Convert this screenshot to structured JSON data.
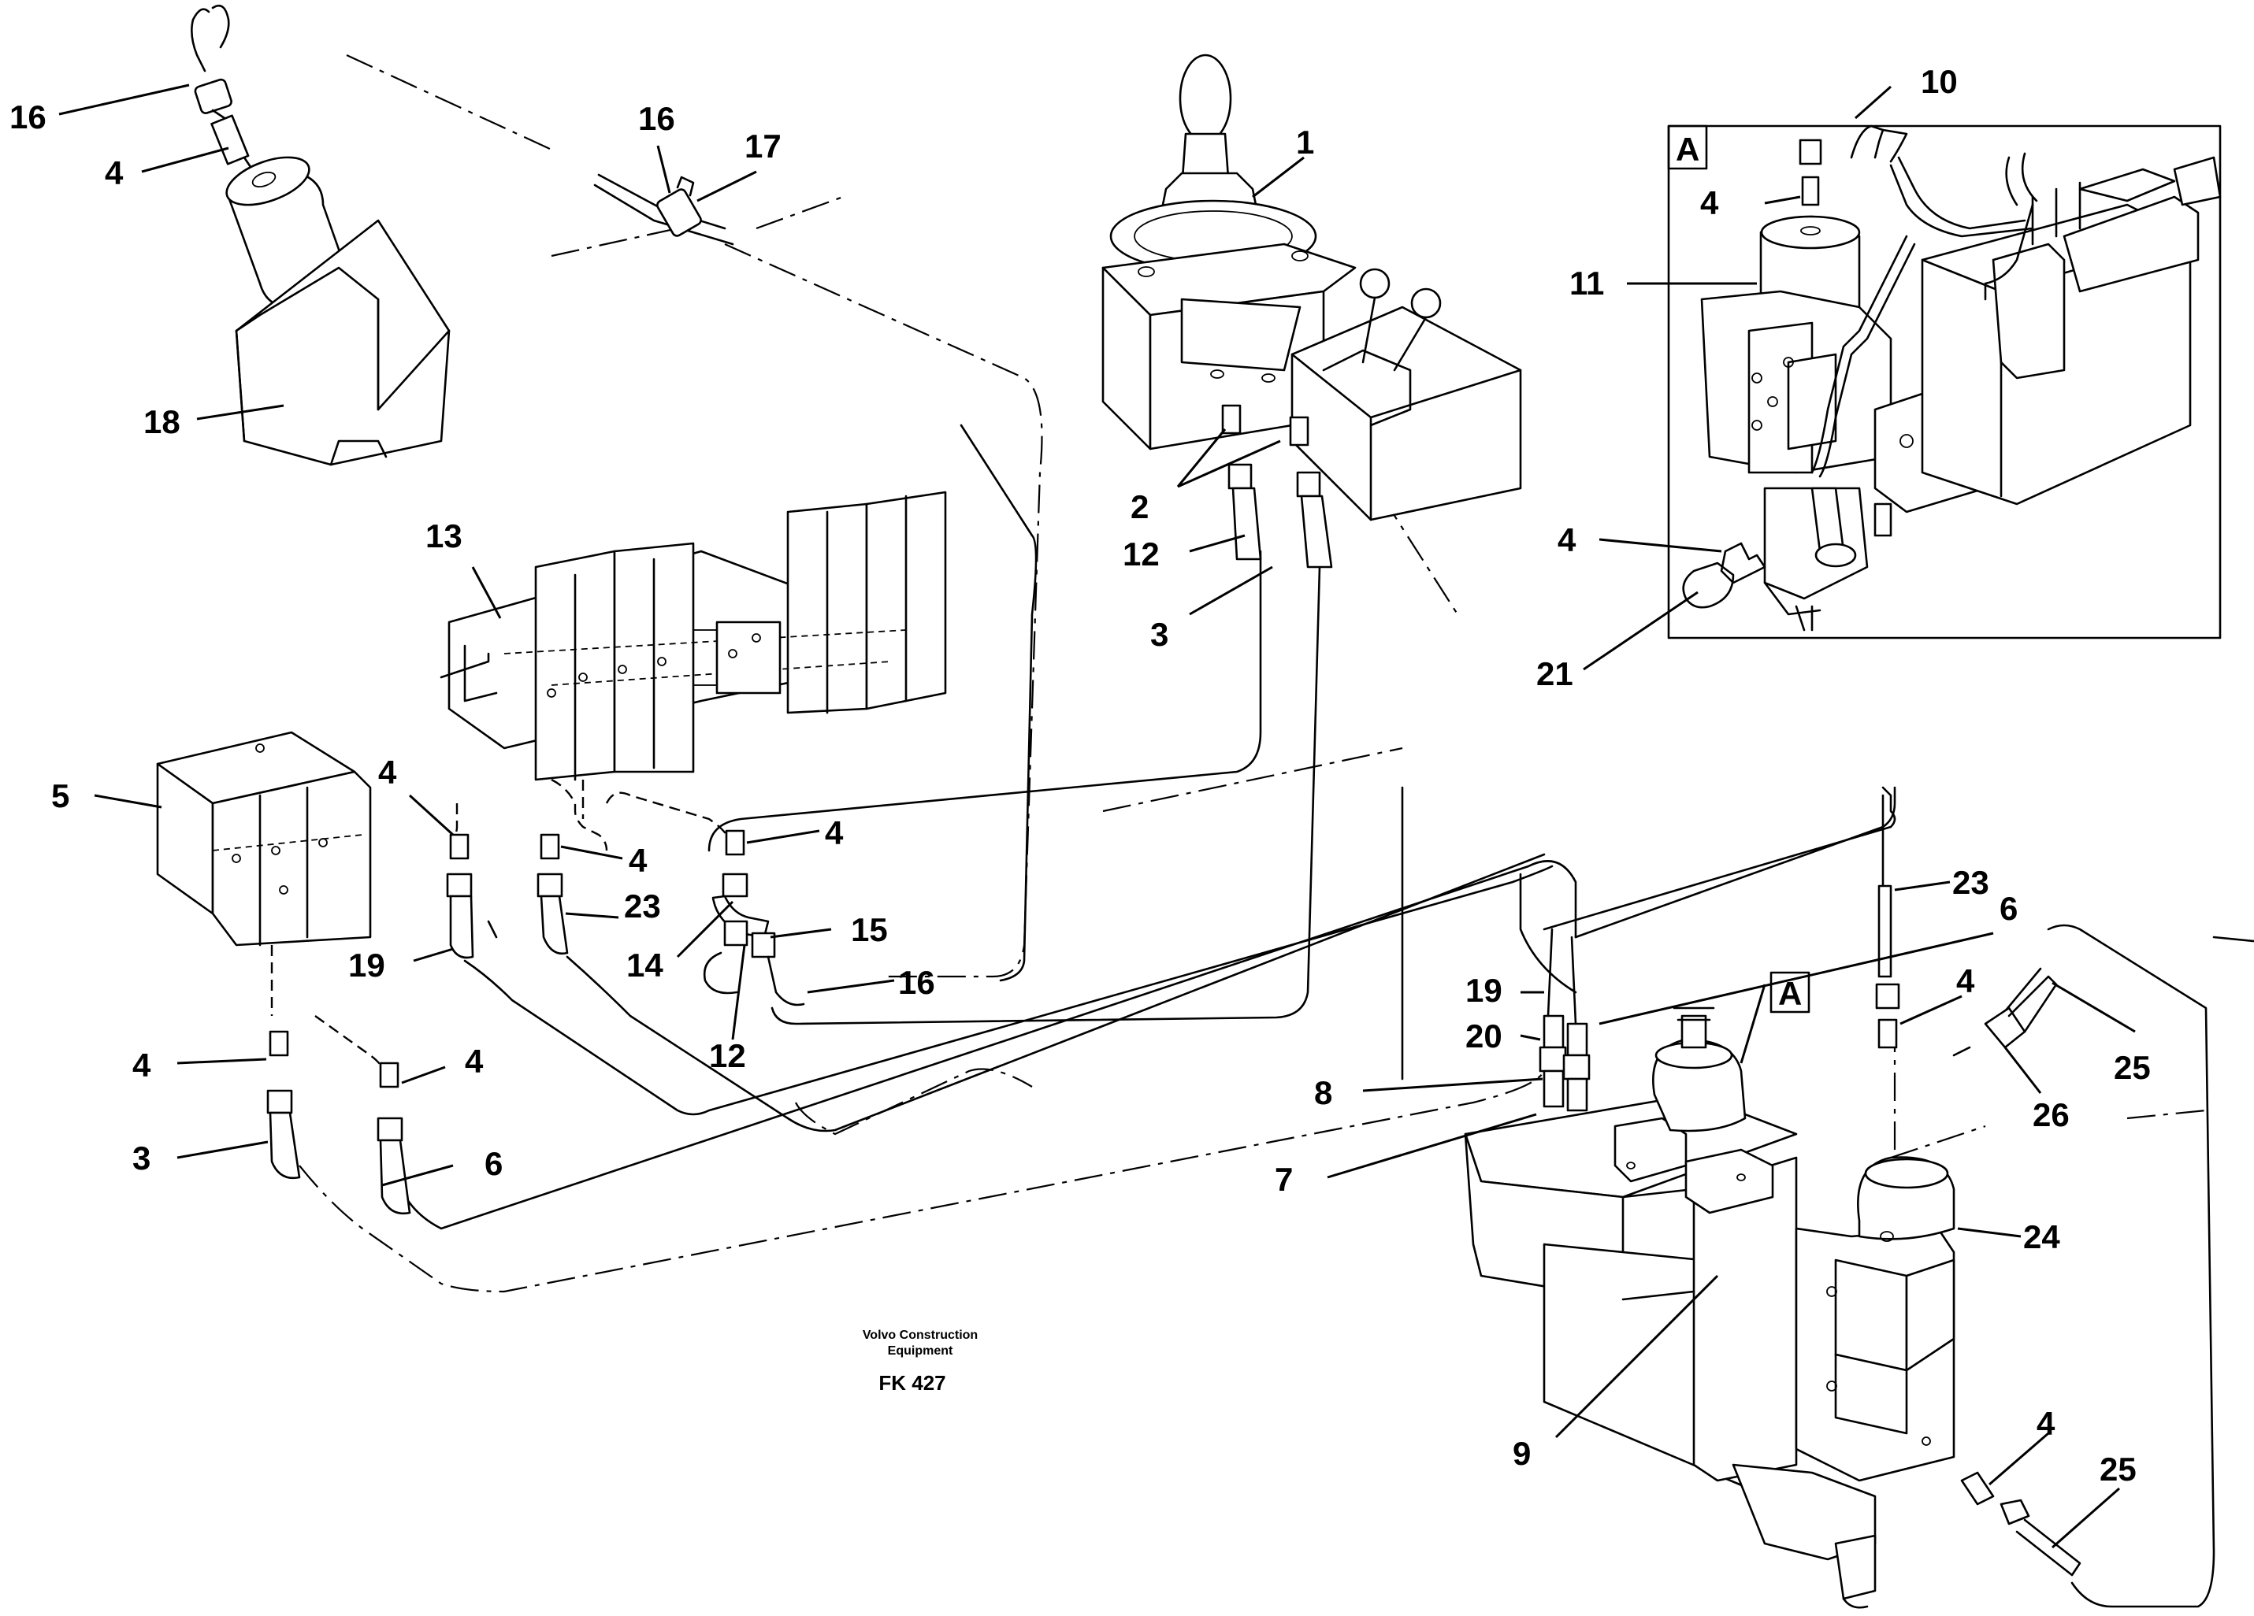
{
  "callouts": [
    {
      "id": "c-16a",
      "text": "16"
    },
    {
      "id": "c-4a",
      "text": "4"
    },
    {
      "id": "c-18",
      "text": "18"
    },
    {
      "id": "c-16b",
      "text": "16"
    },
    {
      "id": "c-17",
      "text": "17"
    },
    {
      "id": "c-1",
      "text": "1"
    },
    {
      "id": "c-2",
      "text": "2"
    },
    {
      "id": "c-12a",
      "text": "12"
    },
    {
      "id": "c-3a",
      "text": "3"
    },
    {
      "id": "c-13",
      "text": "13"
    },
    {
      "id": "c-5",
      "text": "5"
    },
    {
      "id": "c-4b",
      "text": "4"
    },
    {
      "id": "c-4c",
      "text": "4"
    },
    {
      "id": "c-4d",
      "text": "4"
    },
    {
      "id": "c-19a",
      "text": "19"
    },
    {
      "id": "c-23a",
      "text": "23"
    },
    {
      "id": "c-14",
      "text": "14"
    },
    {
      "id": "c-15",
      "text": "15"
    },
    {
      "id": "c-16c",
      "text": "16"
    },
    {
      "id": "c-12b",
      "text": "12"
    },
    {
      "id": "c-4e",
      "text": "4"
    },
    {
      "id": "c-4f",
      "text": "4"
    },
    {
      "id": "c-3b",
      "text": "3"
    },
    {
      "id": "c-6a",
      "text": "6"
    },
    {
      "id": "c-10",
      "text": "10"
    },
    {
      "id": "c-4g",
      "text": "4"
    },
    {
      "id": "c-11",
      "text": "11"
    },
    {
      "id": "c-4h",
      "text": "4"
    },
    {
      "id": "c-21",
      "text": "21"
    },
    {
      "id": "c-6b",
      "text": "6"
    },
    {
      "id": "c-19b",
      "text": "19"
    },
    {
      "id": "c-20",
      "text": "20"
    },
    {
      "id": "c-8",
      "text": "8"
    },
    {
      "id": "c-7",
      "text": "7"
    },
    {
      "id": "c-9",
      "text": "9"
    },
    {
      "id": "c-23b",
      "text": "23"
    },
    {
      "id": "c-4i",
      "text": "4"
    },
    {
      "id": "c-25a",
      "text": "25"
    },
    {
      "id": "c-26",
      "text": "26"
    },
    {
      "id": "c-24",
      "text": "24"
    },
    {
      "id": "c-4j",
      "text": "4"
    },
    {
      "id": "c-25b",
      "text": "25"
    }
  ],
  "detail_marker": "A",
  "detail_box_label": "A",
  "caption": {
    "company": "Volvo Construction",
    "company_line2": "Equipment",
    "drawing_number": "FK 427"
  }
}
